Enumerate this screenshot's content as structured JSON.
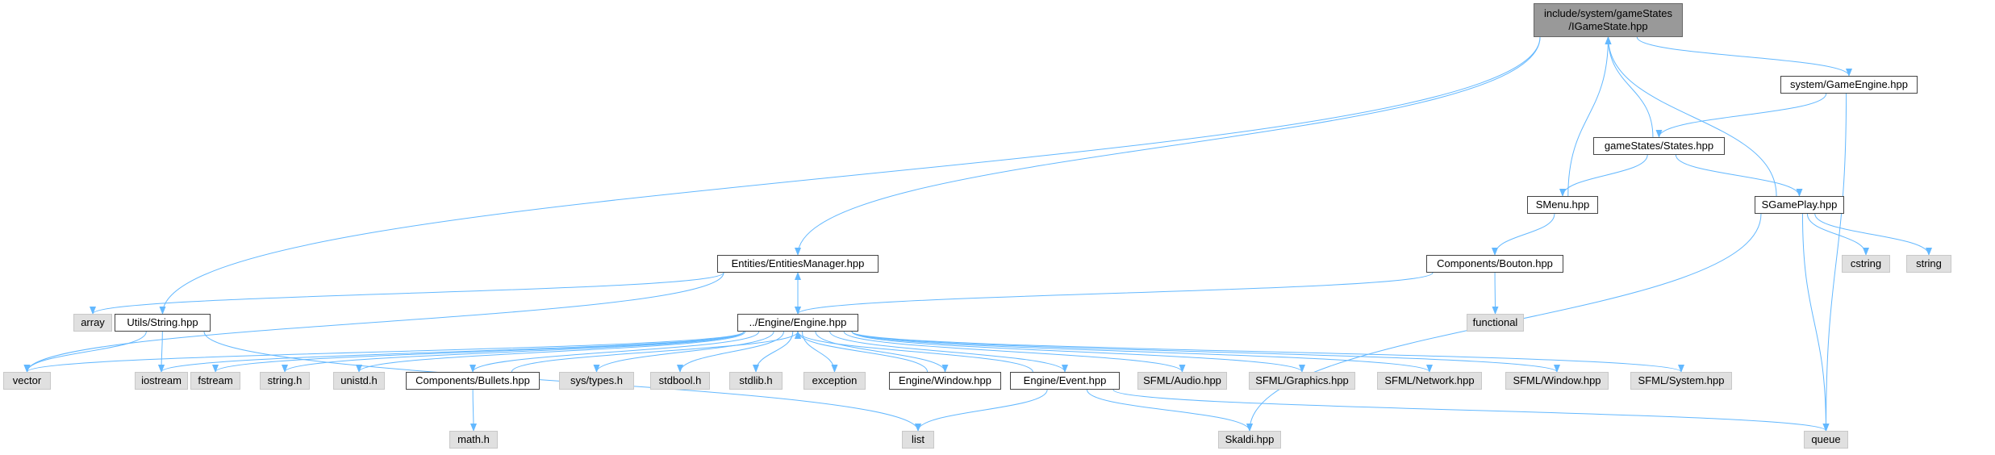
{
  "colors": {
    "edge": "#63b8ff",
    "root_fill": "#999999",
    "project_fill": "#ffffff",
    "external_fill": "#e0e0e0"
  },
  "nodes": {
    "root": {
      "line1": "include/system/gameStates",
      "line2": "/IGameState.hpp"
    },
    "game_engine": "system/GameEngine.hpp",
    "states": "gameStates/States.hpp",
    "smenu": "SMenu.hpp",
    "sgameplay": "SGamePlay.hpp",
    "entities_manager": "Entities/EntitiesManager.hpp",
    "bouton": "Components/Bouton.hpp",
    "engine": "../Engine/Engine.hpp",
    "utils_string": "Utils/String.hpp",
    "functional": "functional",
    "cstring": "cstring",
    "string": "string",
    "array": "array",
    "vector": "vector",
    "iostream": "iostream",
    "fstream": "fstream",
    "string_h": "string.h",
    "unistd_h": "unistd.h",
    "bullets": "Components/Bullets.hpp",
    "sys_types": "sys/types.h",
    "stdbool": "stdbool.h",
    "stdlib": "stdlib.h",
    "exception": "exception",
    "engine_window": "Engine/Window.hpp",
    "engine_event": "Engine/Event.hpp",
    "sfml_audio": "SFML/Audio.hpp",
    "sfml_graphics": "SFML/Graphics.hpp",
    "sfml_network": "SFML/Network.hpp",
    "sfml_window": "SFML/Window.hpp",
    "sfml_system": "SFML/System.hpp",
    "math_h": "math.h",
    "list": "list",
    "skaldi": "Skaldi.hpp",
    "queue": "queue"
  },
  "edges": [
    [
      "root",
      "game_engine"
    ],
    [
      "root",
      "entities_manager"
    ],
    [
      "root",
      "utils_string"
    ],
    [
      "game_engine",
      "states"
    ],
    [
      "game_engine",
      "queue"
    ],
    [
      "states",
      "root"
    ],
    [
      "states",
      "smenu"
    ],
    [
      "states",
      "sgameplay"
    ],
    [
      "smenu",
      "root"
    ],
    [
      "smenu",
      "bouton"
    ],
    [
      "sgameplay",
      "root"
    ],
    [
      "sgameplay",
      "cstring"
    ],
    [
      "sgameplay",
      "string"
    ],
    [
      "sgameplay",
      "queue"
    ],
    [
      "sgameplay",
      "skaldi"
    ],
    [
      "bouton",
      "functional"
    ],
    [
      "bouton",
      "engine"
    ],
    [
      "entities_manager",
      "array"
    ],
    [
      "entities_manager",
      "vector"
    ],
    [
      "entities_manager",
      "engine"
    ],
    [
      "engine",
      "entities_manager"
    ],
    [
      "utils_string",
      "vector"
    ],
    [
      "utils_string",
      "iostream"
    ],
    [
      "utils_string",
      "list"
    ],
    [
      "engine",
      "vector"
    ],
    [
      "engine",
      "iostream"
    ],
    [
      "engine",
      "fstream"
    ],
    [
      "engine",
      "string_h"
    ],
    [
      "engine",
      "unistd_h"
    ],
    [
      "engine",
      "bullets"
    ],
    [
      "engine",
      "sys_types"
    ],
    [
      "engine",
      "stdbool"
    ],
    [
      "engine",
      "stdlib"
    ],
    [
      "engine",
      "exception"
    ],
    [
      "engine",
      "engine_window"
    ],
    [
      "engine",
      "engine_event"
    ],
    [
      "engine",
      "sfml_audio"
    ],
    [
      "engine",
      "sfml_graphics"
    ],
    [
      "engine",
      "sfml_network"
    ],
    [
      "engine",
      "sfml_window"
    ],
    [
      "engine",
      "sfml_system"
    ],
    [
      "bullets",
      "engine"
    ],
    [
      "bullets",
      "math_h"
    ],
    [
      "engine_window",
      "engine"
    ],
    [
      "engine_event",
      "engine"
    ],
    [
      "engine_event",
      "list"
    ],
    [
      "engine_event",
      "skaldi"
    ],
    [
      "engine_event",
      "queue"
    ]
  ]
}
